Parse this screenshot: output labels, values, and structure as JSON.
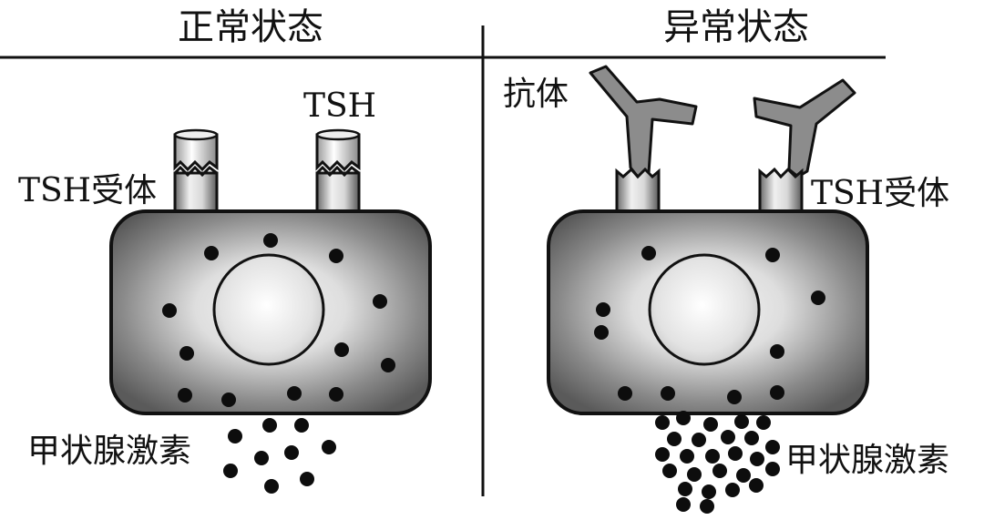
{
  "panels": {
    "normal": {
      "heading": "正常状态",
      "tsh_label": "TSH",
      "receptor_label": "TSH受体",
      "hormone_label": "甲状腺激素"
    },
    "abnormal": {
      "heading": "异常状态",
      "antibody_label": "抗体",
      "receptor_label": "TSH受体",
      "hormone_label": "甲状腺激素"
    }
  },
  "colors": {
    "line": "#111111",
    "cell_edge": "#5f5f5f",
    "cell_center": "#f4f4f4",
    "antibody": "#8c8c8c",
    "granule": "#0d0d0d"
  }
}
